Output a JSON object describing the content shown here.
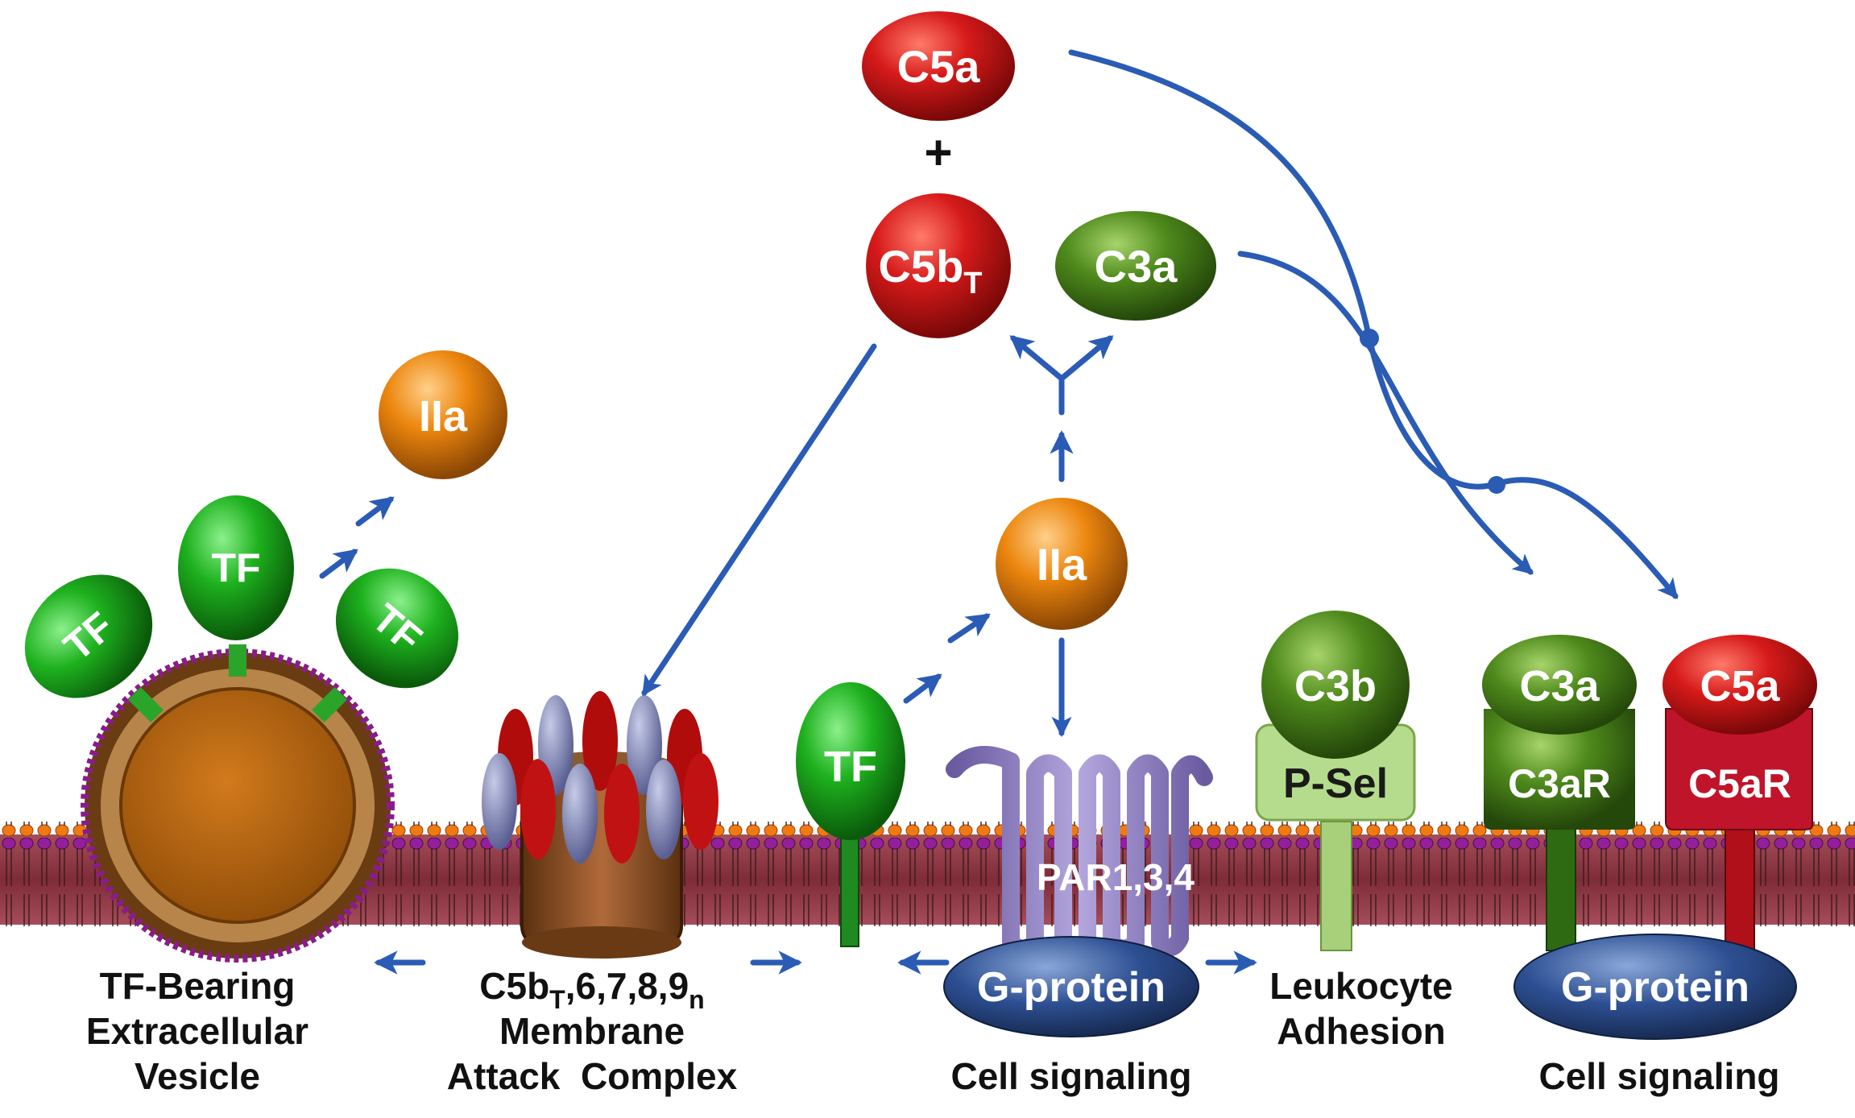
{
  "molecules": {
    "c5a_top": "C5a",
    "plus": "+",
    "c5b_main": "C5b",
    "c5b_sub": "T",
    "c3a_top": "C3a",
    "iia_left": "IIa",
    "iia_center": "IIa",
    "tf_vesicle_left": "TF",
    "tf_vesicle_top": "TF",
    "tf_vesicle_right": "TF",
    "tf_membrane": "TF"
  },
  "receptors": {
    "c3b": "C3b",
    "psel": "P-Sel",
    "c3a": "C3a",
    "c3ar": "C3aR",
    "c5a": "C5a",
    "c5ar": "C5aR"
  },
  "par_label": "PAR1,3,4",
  "gprotein_left": "G-protein",
  "gprotein_right": "G-protein",
  "captions": {
    "vesicle_1": "TF-Bearing",
    "vesicle_2": "Extracellular",
    "vesicle_3": "Vesicle",
    "mac_1_main": "C5b",
    "mac_1_sub1": "T",
    "mac_1_mid": ",6,7,8,9",
    "mac_1_sub2": "n",
    "mac_2": "Membrane",
    "mac_3": "Attack  Complex",
    "signal_left": "Cell signaling",
    "leuko_1": "Leukocyte",
    "leuko_2": "Adhesion",
    "signal_right": "Cell signaling"
  },
  "colors": {
    "red": "#c0141a",
    "green": "#3f7d12",
    "bright_green": "#1ea71e",
    "orange": "#e07b0c",
    "arrow_blue": "#2a5bb5",
    "membrane": "#8e3a46",
    "lipid_head": "#8a1c8a",
    "gprotein": "#2a4a8a",
    "psel": "#b5dc8c"
  }
}
